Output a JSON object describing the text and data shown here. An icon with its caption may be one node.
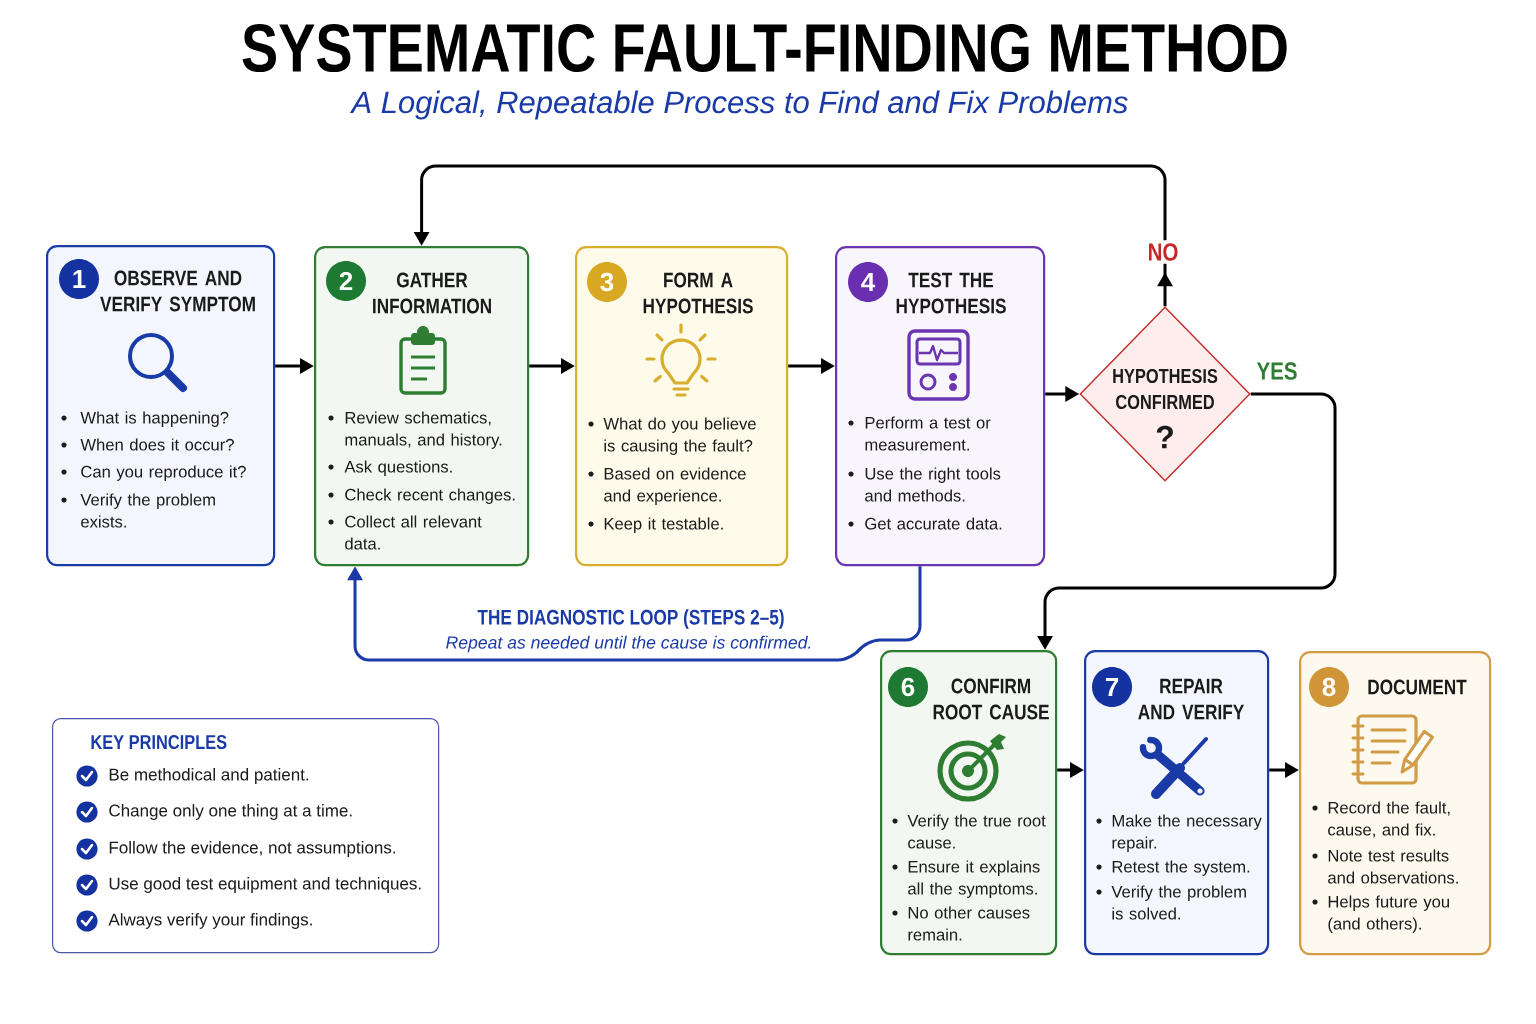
{
  "diagram": {
    "title": "SYSTEMATIC FAULT-FINDING METHOD",
    "nodes": [
      {
        "text": [
          "OBSERVE AND VERIFY SYMPTOM",
          "What is happening?",
          "When does it occur?",
          "Can you reproduce it?",
          "Verify the problem exists."
        ]
      },
      {
        "text": [
          "1"
        ],
        "in": 0
      },
      {
        "text": [
          "GATHER INFORMATION",
          "Review schematics, manuals, and history.",
          "Ask questions.",
          "Check recent changes.",
          "Collect all relevant data."
        ]
      },
      {
        "text": [
          "2"
        ],
        "in": 2
      },
      {
        "text": [
          "FORM A HYPOTHESIS",
          "What do you believe is causing the fault?",
          "Based on evidence and experience.",
          "Keep it testable."
        ]
      },
      {
        "text": [
          "3"
        ],
        "in": 4
      },
      {
        "text": [
          "TEST THE HYPOTHESIS",
          "Perform a test or measurement.",
          "Use the right tools and methods.",
          "Get accurate data."
        ]
      },
      {
        "text": [
          "4"
        ],
        "in": 6
      },
      {
        "text": [
          "HYPOTHESIS CONFIRMED",
          "?"
        ]
      },
      {
        "text": [
          "CONFIRM ROOT CAUSE",
          "Verify the true root cause.",
          "Ensure it explains all the symptoms.",
          "No other causes remain."
        ]
      },
      {
        "text": [
          "6"
        ],
        "in": 9
      },
      {
        "text": [
          "REPAIR AND VERIFY",
          "Make the necessary repair.",
          "Retest the system.",
          "Verify the problem is solved."
        ]
      },
      {
        "text": [
          "7"
        ],
        "in": 11
      },
      {
        "text": [
          "DOCUMENT",
          "Record the fault, cause, and fix.",
          "Note test results and observations.",
          "Helps future you (and others)."
        ]
      },
      {
        "text": [
          "8"
        ],
        "in": 13
      },
      {
        "text": [
          "KEY PRINCIPLES",
          "Be methodical and patient.",
          "Change only one thing at a time.",
          "Follow the evidence, not assumptions.",
          "Use good test equipment and techniques.",
          "Always verify your findings."
        ]
      }
    ],
    "edges": [
      {
        "from": 0,
        "to": 2,
        "arrow": "to"
      },
      {
        "from": 2,
        "to": 4,
        "arrow": "to"
      },
      {
        "from": 4,
        "to": 6,
        "arrow": "to"
      },
      {
        "from": 6,
        "to": 8,
        "arrow": "to"
      },
      {
        "from": 8,
        "to": 2,
        "arrow": "to",
        "label": "NO"
      },
      {
        "from": 8,
        "to": 9,
        "arrow": "to",
        "label": "YES"
      },
      {
        "from": 6,
        "to": 2,
        "arrow": "to",
        "label": "THE DIAGNOSTIC LOOP (STEPS 2–5)",
        "color": "#1a3aa8"
      },
      {
        "from": 9,
        "to": 11,
        "arrow": "to"
      },
      {
        "from": 11,
        "to": 13,
        "arrow": "to"
      }
    ],
    "labels": [
      "A Logical, Repeatable Process to Find and Fix Problems",
      "Repeat as needed until the cause is confirmed."
    ]
  }
}
